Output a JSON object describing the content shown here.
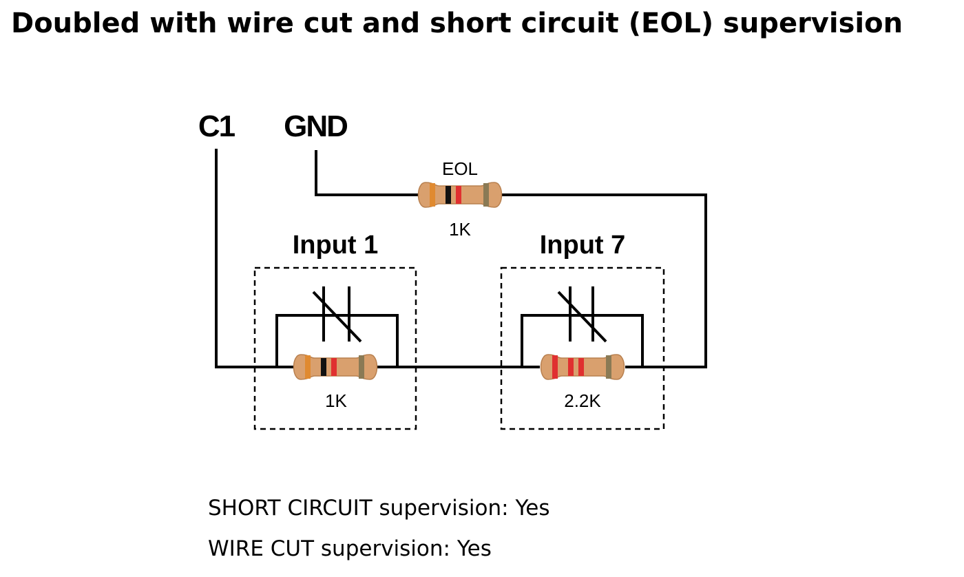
{
  "title": "Doubled with wire cut and short circuit (EOL) supervision",
  "terminals": {
    "c1": "C1",
    "gnd": "GND"
  },
  "eol_resistor": {
    "label": "EOL",
    "value": "1K",
    "bands": [
      "#e08a30",
      "#111111",
      "#e03030",
      "#8a7a55"
    ]
  },
  "inputs": [
    {
      "label": "Input 1",
      "resistor_value": "1K",
      "bands": [
        "#e08a30",
        "#111111",
        "#e03030",
        "#8a7a55"
      ]
    },
    {
      "label": "Input 7",
      "resistor_value": "2.2K",
      "bands": [
        "#e03030",
        "#e03030",
        "#e03030",
        "#8a7a55"
      ]
    }
  ],
  "supervision": {
    "short_circuit": "SHORT CIRCUIT supervision: Yes",
    "wire_cut": "WIRE CUT supervision: Yes"
  }
}
